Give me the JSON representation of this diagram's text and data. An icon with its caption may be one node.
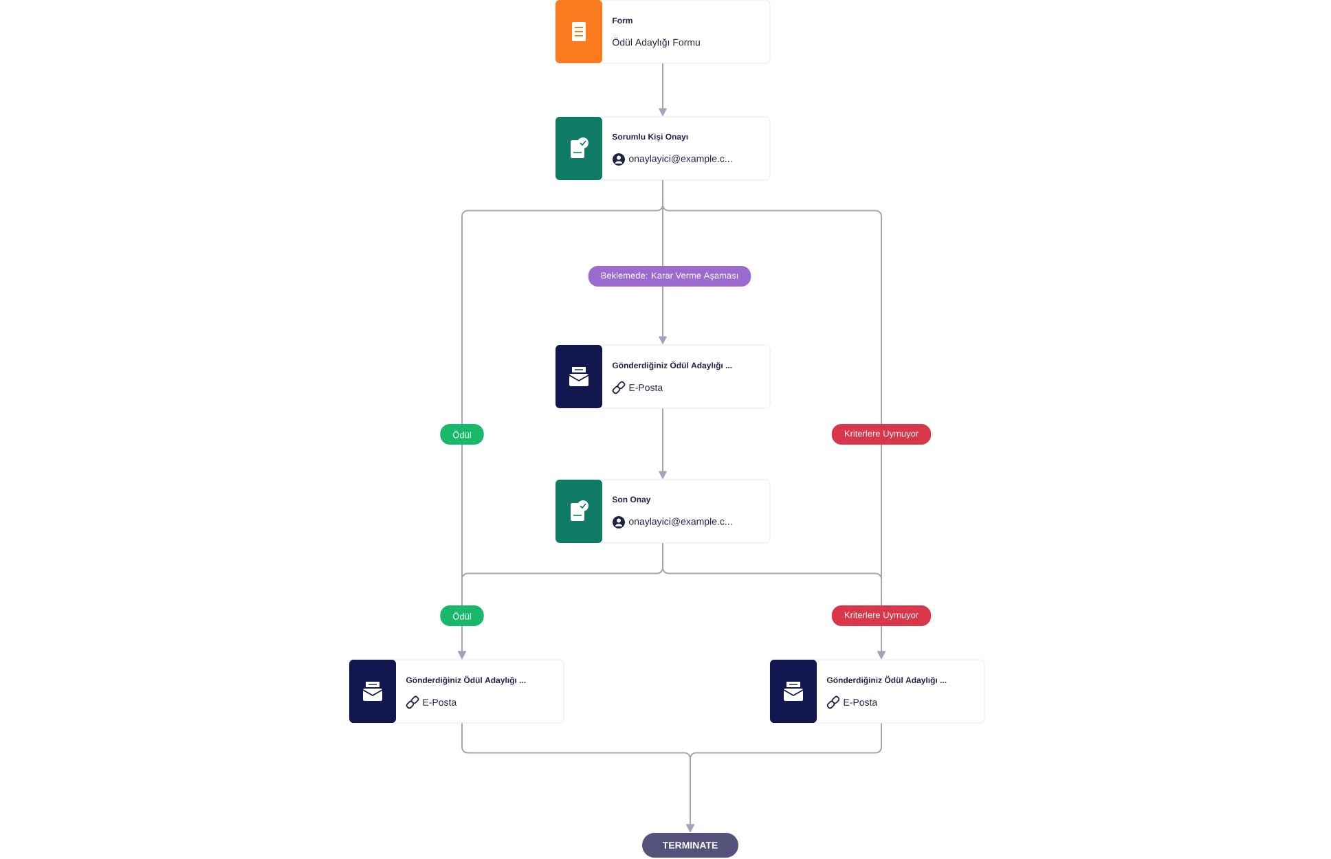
{
  "diagram": {
    "nodes": [
      {
        "text": [
          "Form",
          "Ödül Adaylığı Formu"
        ]
      },
      {
        "text": [
          "Sorumlu Kişi Onayı",
          "onaylayici@example.c..."
        ]
      },
      {
        "text": [
          "Gönderdiğiniz Ödül Adaylığı ...",
          "E-Posta"
        ]
      },
      {
        "text": [
          "Son Onay",
          "onaylayici@example.c..."
        ]
      },
      {
        "text": [
          "Gönderdiğiniz Ödül Adaylığı ...",
          "E-Posta"
        ]
      },
      {
        "text": [
          "Gönderdiğiniz Ödül Adaylığı ...",
          "E-Posta"
        ]
      },
      {
        "text": [
          "TERMINATE"
        ]
      }
    ],
    "edges": [
      {
        "from": 0,
        "to": 1,
        "arrow": "to"
      },
      {
        "from": 1,
        "to": 2,
        "arrow": "to",
        "label": "Beklemede: Karar Verme Aşaması"
      },
      {
        "from": 1,
        "to": 4,
        "arrow": "to",
        "label": "Ödül"
      },
      {
        "from": 1,
        "to": 5,
        "arrow": "to",
        "label": "Kriterlere Uymuyor"
      },
      {
        "from": 2,
        "to": 3,
        "arrow": "to"
      },
      {
        "from": 3,
        "to": 4,
        "arrow": "to",
        "label": "Ödül"
      },
      {
        "from": 3,
        "to": 5,
        "arrow": "to",
        "label": "Kriterlere Uymuyor"
      },
      {
        "from": 4,
        "to": 6,
        "arrow": "to"
      },
      {
        "from": 5,
        "to": 6,
        "arrow": "to"
      }
    ]
  }
}
